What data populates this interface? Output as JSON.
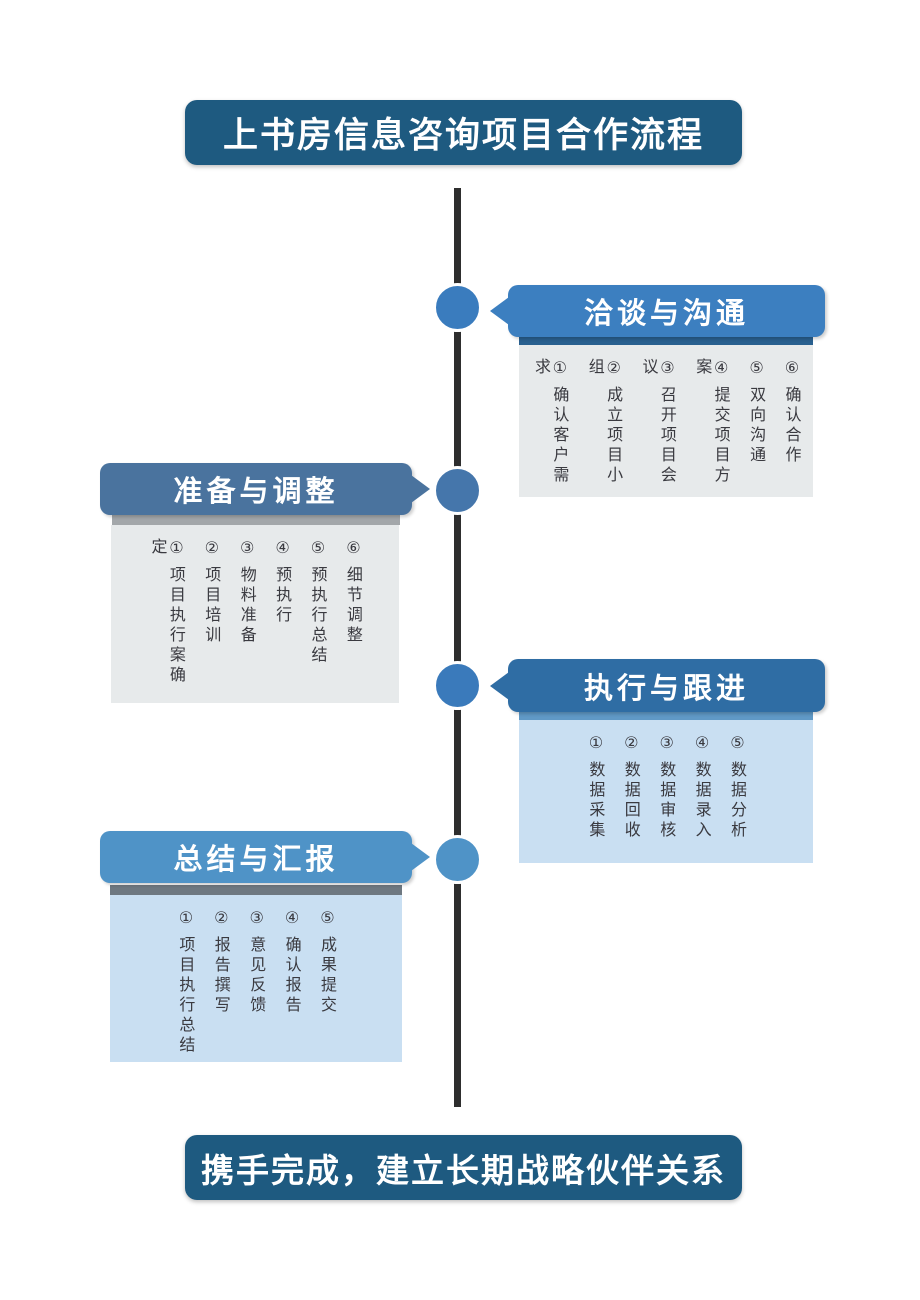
{
  "title": "上书房信息咨询项目合作流程",
  "footer": "携手完成，建立长期战略伙伴关系",
  "colors": {
    "banner_bg": "#1E5A80",
    "banner_text": "#FFFFFF",
    "timeline": "#2E2E2E",
    "step_text": "#3A3A40"
  },
  "stages": [
    {
      "title": "洽谈与沟通",
      "side": "right",
      "accent": "#3C7FC0",
      "strip": "#29608F",
      "content_bg": "#E7EAEB",
      "node": "#3A7CBE",
      "items": [
        {
          "num": "①",
          "text": "确认客户需求"
        },
        {
          "num": "②",
          "text": "成立项目小组"
        },
        {
          "num": "③",
          "text": "召开项目会议"
        },
        {
          "num": "④",
          "text": "提交项目方案"
        },
        {
          "num": "⑤",
          "text": "双向沟通"
        },
        {
          "num": "⑥",
          "text": "确认合作"
        }
      ]
    },
    {
      "title": "准备与调整",
      "side": "left",
      "accent": "#4A739E",
      "strip": "#A3A7AA",
      "content_bg": "#E7EAEB",
      "node": "#4576AB",
      "items": [
        {
          "num": "①",
          "text": "项目执行案确定"
        },
        {
          "num": "②",
          "text": "项目培训"
        },
        {
          "num": "③",
          "text": "物料准备"
        },
        {
          "num": "④",
          "text": "预执行"
        },
        {
          "num": "⑤",
          "text": "预执行总结"
        },
        {
          "num": "⑥",
          "text": "细节调整"
        }
      ]
    },
    {
      "title": "执行与跟进",
      "side": "right",
      "accent": "#2F6DA4",
      "strip": "#6099C6",
      "content_bg": "#C9DFF2",
      "node": "#3A7ABB",
      "items": [
        {
          "num": "①",
          "text": "数据采集"
        },
        {
          "num": "②",
          "text": "数据回收"
        },
        {
          "num": "③",
          "text": "数据审核"
        },
        {
          "num": "④",
          "text": "数据录入"
        },
        {
          "num": "⑤",
          "text": "数据分析"
        }
      ]
    },
    {
      "title": "总结与汇报",
      "side": "left",
      "accent": "#4F93C7",
      "strip": "#6E7881",
      "content_bg": "#C9DFF2",
      "node": "#4F93C7",
      "items": [
        {
          "num": "①",
          "text": "项目执行总结"
        },
        {
          "num": "②",
          "text": "报告撰写"
        },
        {
          "num": "③",
          "text": "意见反馈"
        },
        {
          "num": "④",
          "text": "确认报告"
        },
        {
          "num": "⑤",
          "text": "成果提交"
        }
      ]
    }
  ]
}
